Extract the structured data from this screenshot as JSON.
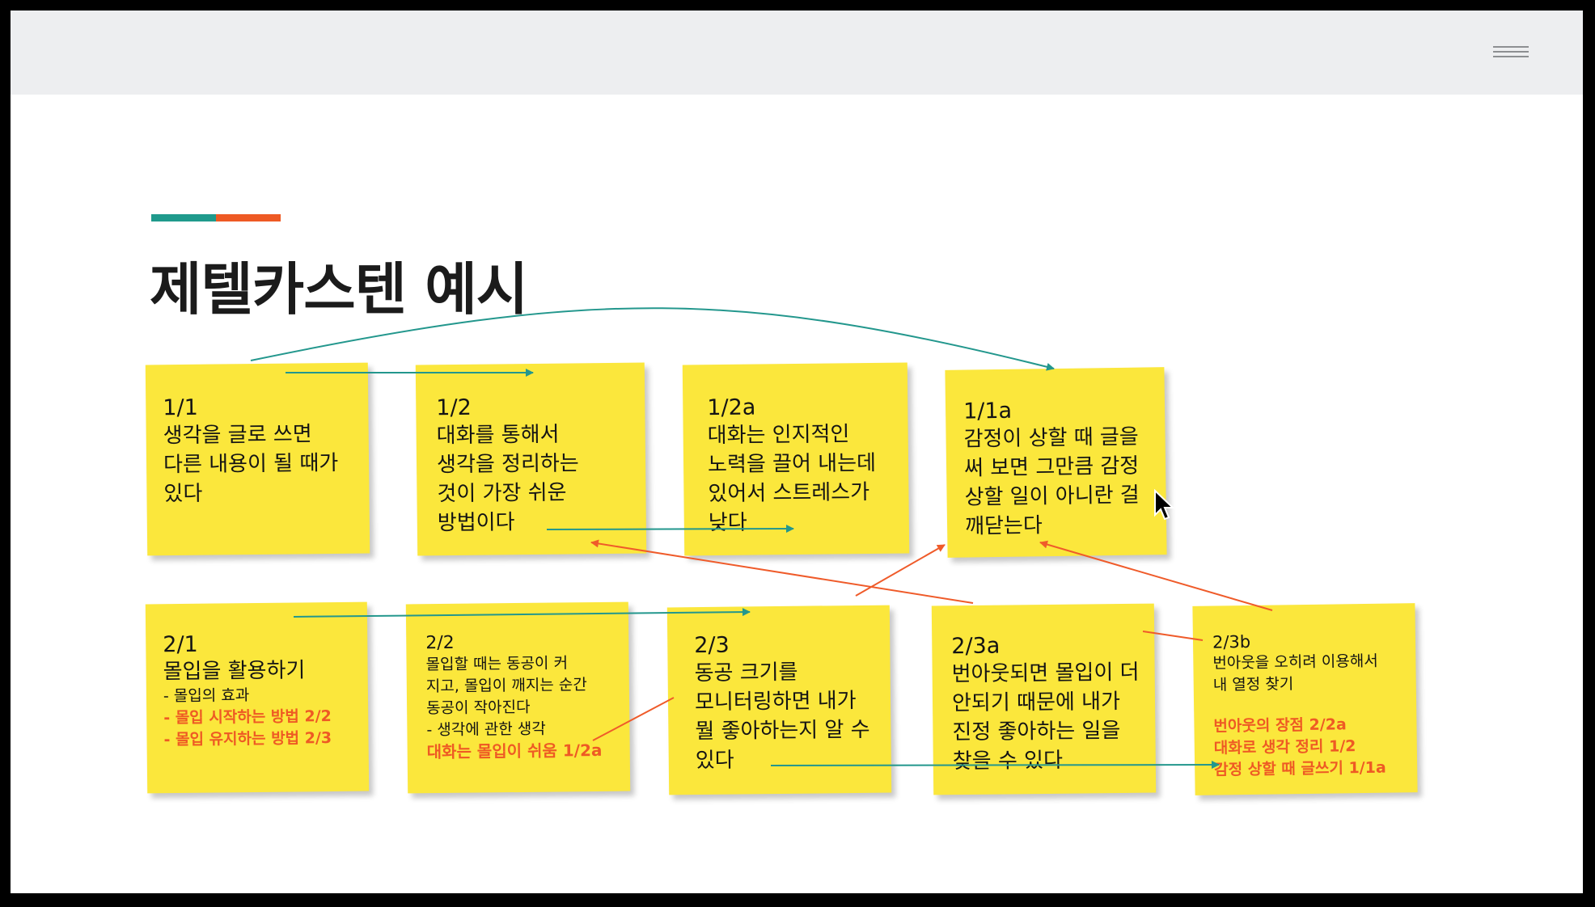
{
  "colors": {
    "accent_teal": "#1f9a8c",
    "accent_orange": "#ee5a24",
    "note_yellow": "#fbe73c",
    "arrow_teal": "#23978d",
    "arrow_orange": "#ef5b2a"
  },
  "toolbar": {
    "menu_icon": "hamburger-menu-icon"
  },
  "slide": {
    "title": "제텔카스텐 예시",
    "notes": {
      "n11": {
        "tag": "1/1",
        "body": "생각을 글로 쓰면\n다른 내용이 될 때가\n있다"
      },
      "n12": {
        "tag": "1/2",
        "body": "대화를 통해서\n생각을 정리하는\n것이 가장 쉬운\n방법이다"
      },
      "n12a": {
        "tag": "1/2a",
        "body": "대화는 인지적인\n노력을 끌어 내는데\n있어서 스트레스가\n낮다"
      },
      "n11a": {
        "tag": "1/1a",
        "body": "감정이 상할 때 글을\n써 보면 그만큼 감정\n상할 일이 아니란 걸\n깨닫는다"
      },
      "n21": {
        "tag": "2/1",
        "title": "몰입을 활용하기",
        "small": "- 몰입의 효과",
        "highlight": "- 몰입 시작하는 방법 2/2\n- 몰입 유지하는 방법 2/3"
      },
      "n22": {
        "tag": "2/2",
        "small": "몰입할 때는 동공이 커\n지고, 몰입이 깨지는 순간\n동공이 작아진다\n- 생각에 관한 생각",
        "highlight": "대화는 몰입이 쉬움 1/2a"
      },
      "n23": {
        "tag": "2/3",
        "body": "동공 크기를\n모니터링하면 내가\n뭘 좋아하는지 알 수\n있다"
      },
      "n23a": {
        "tag": "2/3a",
        "body": "번아웃되면 몰입이 더\n안되기 때문에 내가\n진정 좋아하는 일을\n찾을 수 있다"
      },
      "n23b": {
        "tag": "2/3b",
        "small": "번아웃을 오히려 이용해서\n내 열정 찾기",
        "highlight": "번아웃의 장점 2/2a\n대화로 생각 정리 1/2\n감정 상할 때 글쓰기 1/1a"
      }
    }
  }
}
